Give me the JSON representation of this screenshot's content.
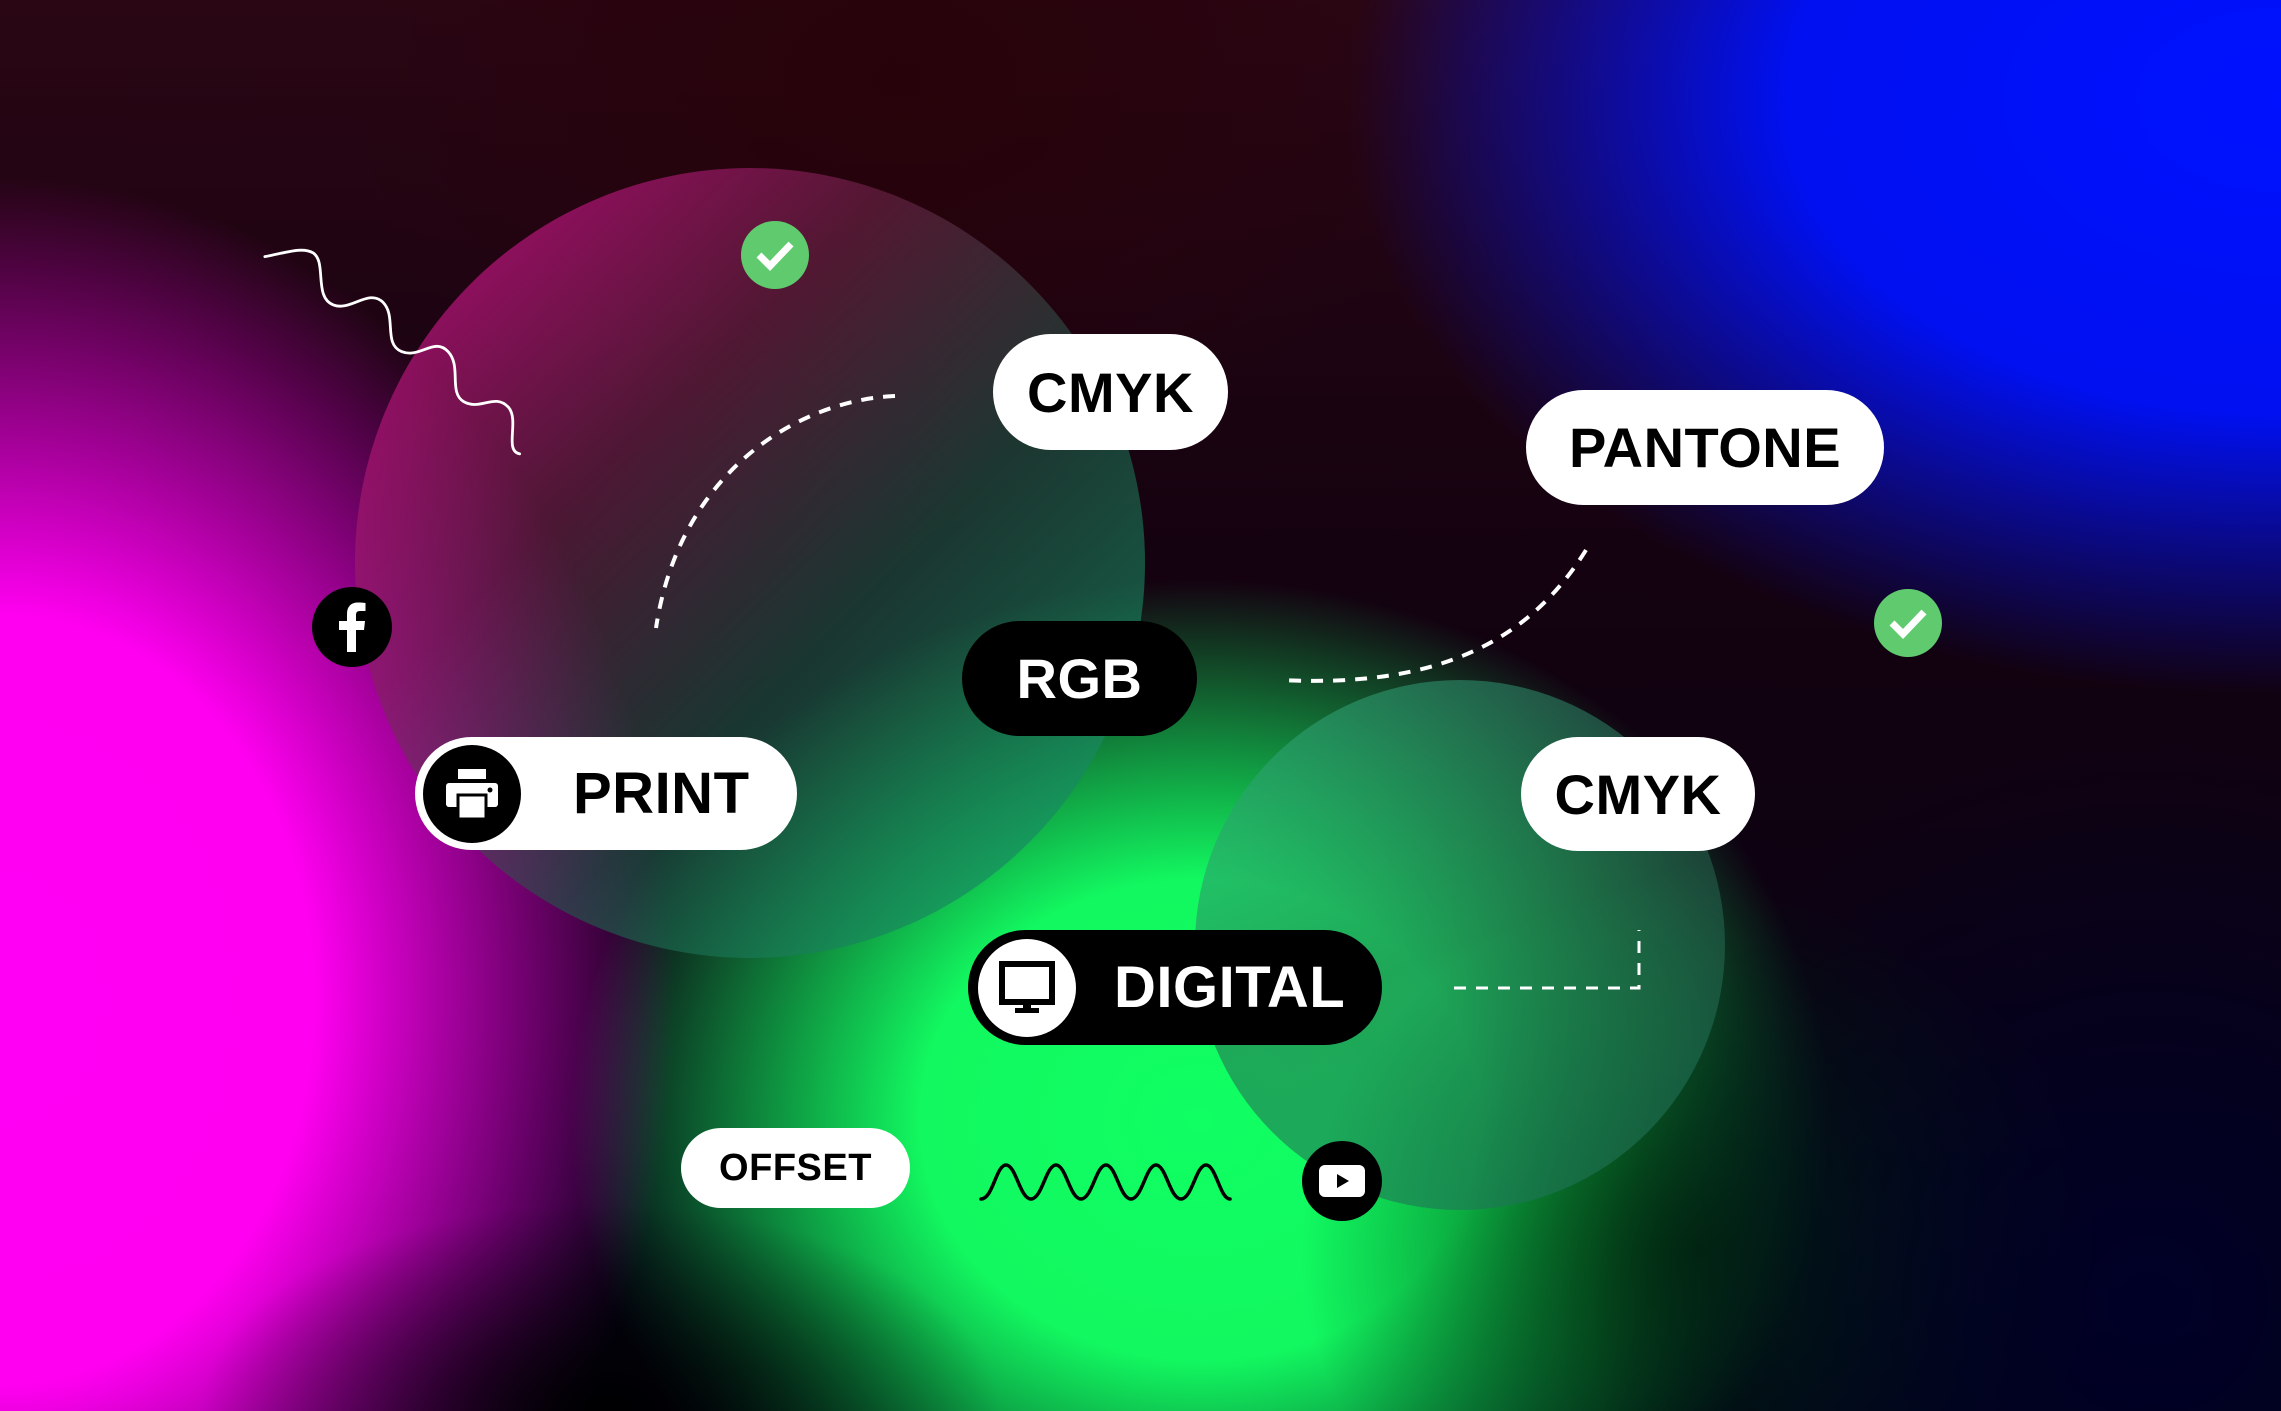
{
  "scene": {
    "description": "Color model illustration: print vs digital",
    "colors": {
      "magenta": "#ff00f0",
      "blue": "#0011ff",
      "green": "#10ff63",
      "check_green": "#5fcb6e",
      "pill_white": "#ffffff",
      "pill_black": "#000000"
    }
  },
  "pills": {
    "cmyk_top": {
      "label": "CMYK"
    },
    "pantone": {
      "label": "PANTONE"
    },
    "rgb": {
      "label": "RGB"
    },
    "cmyk_right": {
      "label": "CMYK"
    },
    "print": {
      "label": "PRINT",
      "icon": "printer-icon"
    },
    "digital": {
      "label": "DIGITAL",
      "icon": "monitor-icon"
    },
    "offset": {
      "label": "OFFSET"
    }
  },
  "icons": {
    "facebook": "facebook-icon",
    "youtube": "youtube-icon",
    "check_top": "check-icon",
    "check_right": "check-icon"
  }
}
